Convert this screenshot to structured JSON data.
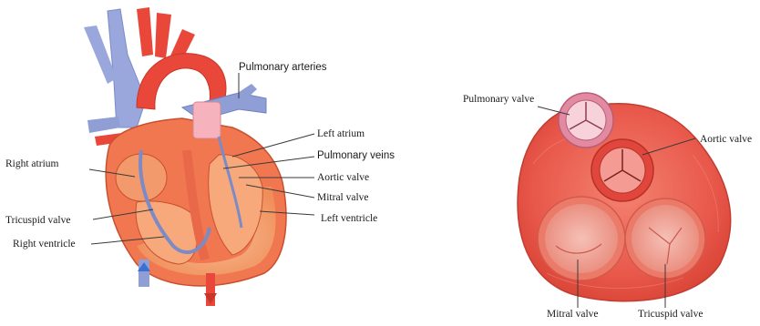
{
  "heart_section": {
    "labels": {
      "pulmonary_arteries": "Pulmonary arteries",
      "left_atrium": "Left atrium",
      "pulmonary_veins": "Pulmonary veins",
      "aortic_valve": "Aortic valve",
      "mitral_valve": "Mitral valve",
      "left_ventricle": "Left ventricle",
      "right_atrium": "Right atrium",
      "tricuspid_valve": "Tricuspid valve",
      "right_ventricle": "Right ventricle"
    }
  },
  "valves_view": {
    "labels": {
      "pulmonary_valve": "Pulmonary valve",
      "aortic_valve": "Aortic valve",
      "mitral_valve": "Mitral valve",
      "tricuspid_valve": "Tricuspid valve"
    }
  },
  "colors": {
    "vein_blue": "#8f9fd6",
    "artery_red": "#e8473a",
    "muscle_orange": "#f4a77a",
    "valve_pink": "#f0b6c2",
    "base_red": "#e9574c"
  }
}
